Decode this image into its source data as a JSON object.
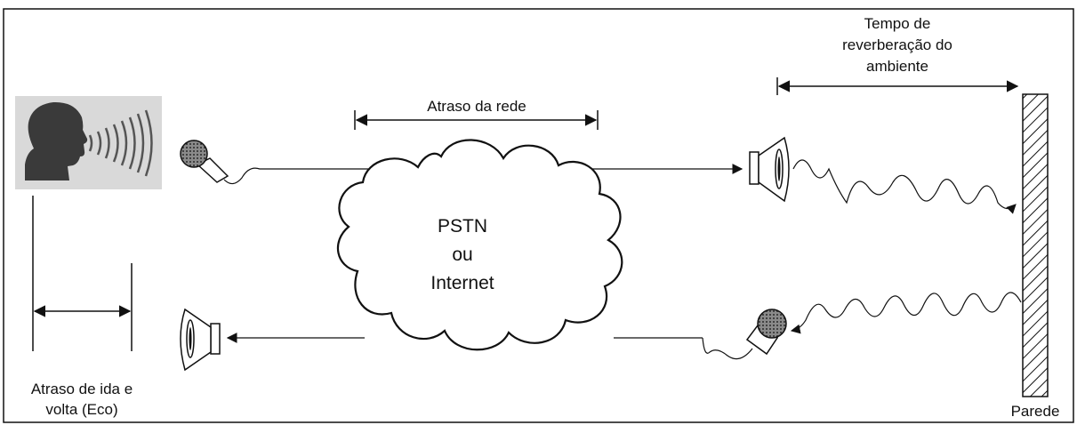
{
  "labels": {
    "network_delay": "Atraso da rede",
    "reverb_line1": "Tempo de",
    "reverb_line2": "reverberação do",
    "reverb_line3": "ambiente",
    "cloud_line1": "PSTN",
    "cloud_line2": "ou",
    "cloud_line3": "Internet",
    "echo_line1": "Atraso de ida e",
    "echo_line2": "volta (Eco)",
    "wall": "Parede"
  },
  "icons": {
    "speaker_person": "speaking-head-icon",
    "sound_waves": "sound-waves-icon",
    "microphone": "microphone-icon",
    "loudspeaker": "loudspeaker-icon",
    "cloud": "cloud-icon",
    "wall": "hatched-wall-icon"
  },
  "colors": {
    "stroke": "#111111",
    "person_bg": "#d9d9d9",
    "person": "#3a3a3a",
    "mic_fill": "#6e6e6e"
  }
}
